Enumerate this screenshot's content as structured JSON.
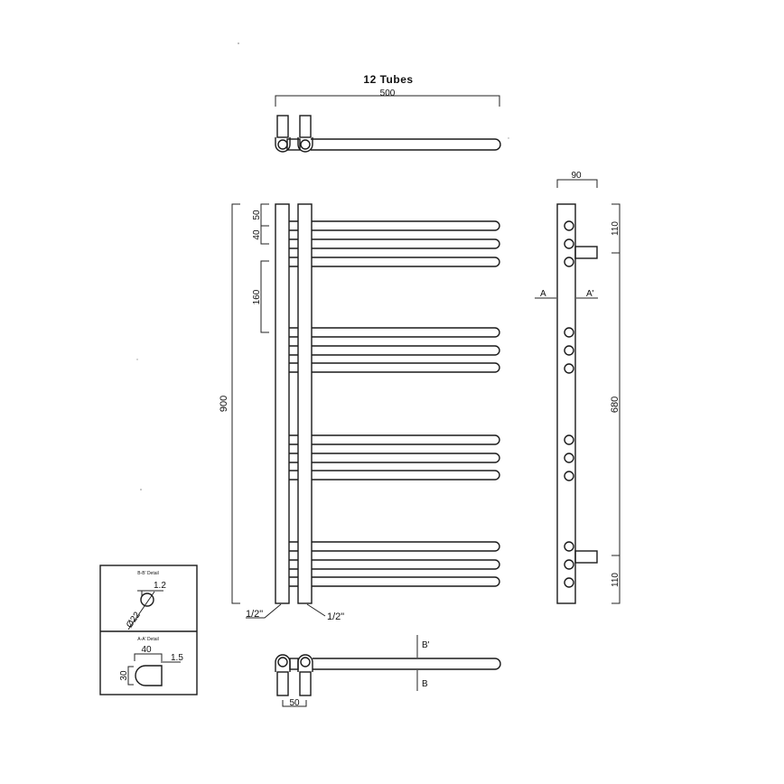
{
  "drawing": {
    "title": "12 Tubes",
    "top_view": {
      "width_dim": "500"
    },
    "front_view": {
      "height_dim": "900",
      "top_offset_dim": "50",
      "tube_spacing_dim": "40",
      "group_gap_dim": "160",
      "connection_left": "1/2\"",
      "connection_right": "1/2\"",
      "tube_count": 12,
      "groups": 4,
      "tubes_per_group": 3
    },
    "side_view": {
      "depth_dim": "90",
      "top_dim": "110",
      "middle_dim": "680",
      "bottom_dim": "110",
      "section_a_left": "A",
      "section_a_right": "A'"
    },
    "bottom_view": {
      "centers_dim": "50",
      "section_b_top": "B'",
      "section_b_bottom": "B"
    },
    "detail_box": {
      "bb_title": "B-B' Detail",
      "bb_wall": "1.2",
      "bb_diameter": "Ø22",
      "aa_title": "A-A' Detail",
      "aa_width": "40",
      "aa_wall": "1.5",
      "aa_height": "30"
    }
  }
}
